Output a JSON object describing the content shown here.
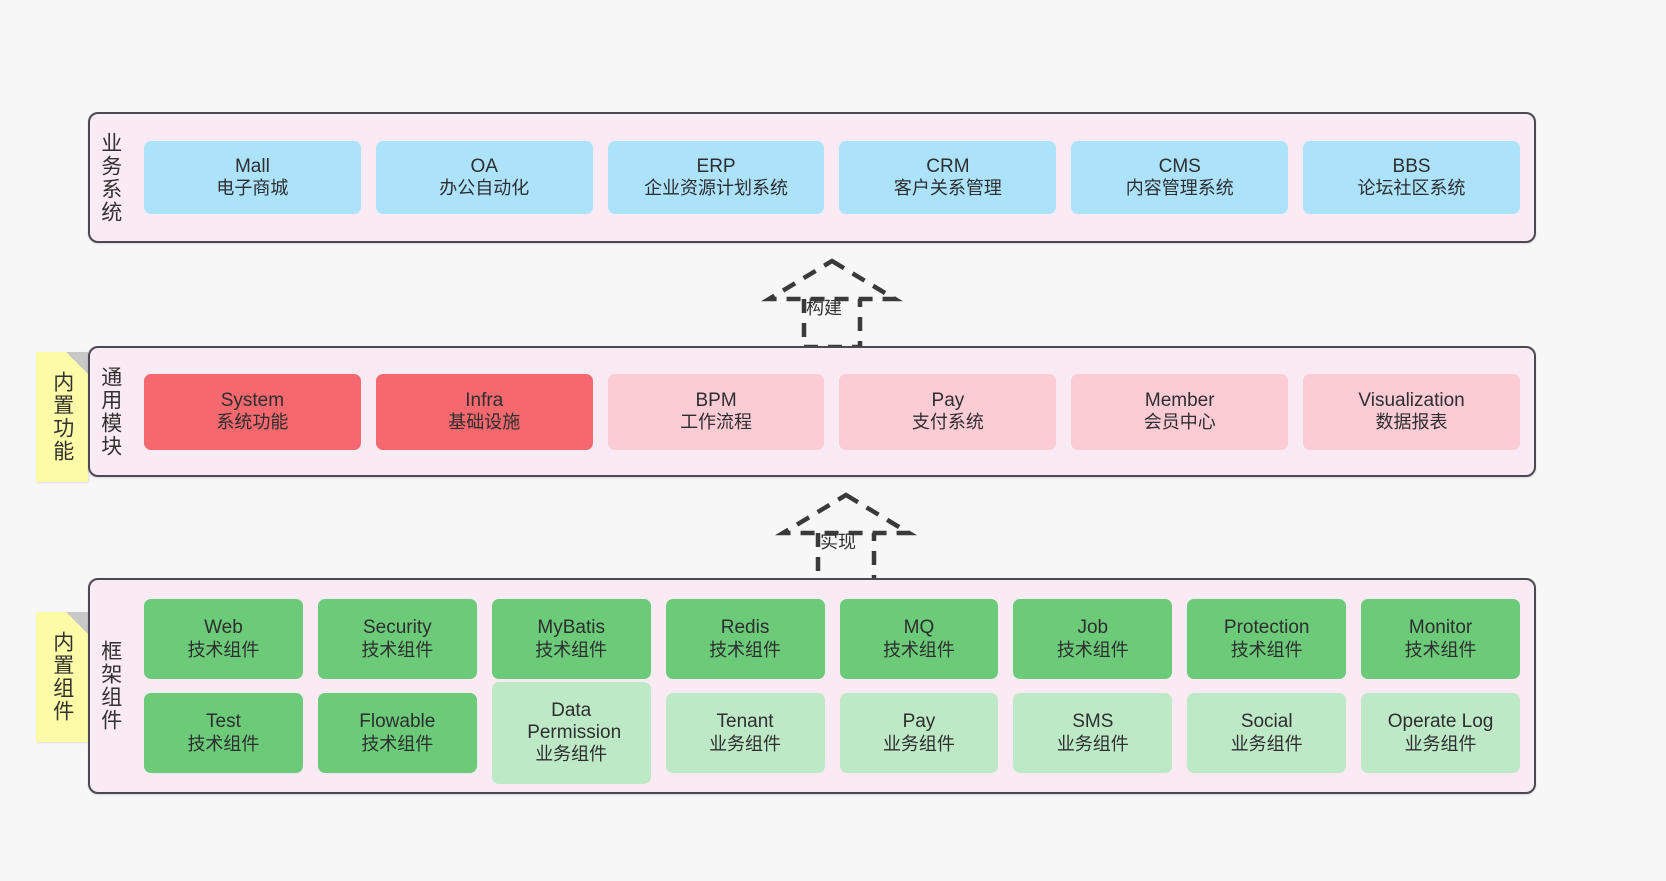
{
  "diagram": {
    "background_color": "#f7f7f7",
    "section_fill": "#faeaf4",
    "section_border": "#4a4a52",
    "note_color": "#fbfba8",
    "colors": {
      "business": "#ace3fb",
      "module_core": "#f5686d",
      "module_optional": "#fcccd5",
      "tech_component": "#6ccb79",
      "business_component": "#bee9c7"
    }
  },
  "sections": [
    {
      "id": "business-system",
      "title": "业务系统",
      "note": null,
      "rows": [
        {
          "cards": [
            {
              "title": "Mall",
              "sub": "电子商城",
              "color": "c-blue"
            },
            {
              "title": "OA",
              "sub": "办公自动化",
              "color": "c-blue"
            },
            {
              "title": "ERP",
              "sub": "企业资源计划系统",
              "color": "c-blue"
            },
            {
              "title": "CRM",
              "sub": "客户关系管理",
              "color": "c-blue"
            },
            {
              "title": "CMS",
              "sub": "内容管理系统",
              "color": "c-blue"
            },
            {
              "title": "BBS",
              "sub": "论坛社区系统",
              "color": "c-blue"
            }
          ]
        }
      ]
    },
    {
      "id": "common-module",
      "title": "通用模块",
      "note": "内置功能",
      "rows": [
        {
          "cards": [
            {
              "title": "System",
              "sub": "系统功能",
              "color": "c-red"
            },
            {
              "title": "Infra",
              "sub": "基础设施",
              "color": "c-red"
            },
            {
              "title": "BPM",
              "sub": "工作流程",
              "color": "c-pink"
            },
            {
              "title": "Pay",
              "sub": "支付系统",
              "color": "c-pink"
            },
            {
              "title": "Member",
              "sub": "会员中心",
              "color": "c-pink"
            },
            {
              "title": "Visualization",
              "sub": "数据报表",
              "color": "c-pink"
            }
          ]
        }
      ]
    },
    {
      "id": "framework-component",
      "title": "框架组件",
      "note": "内置组件",
      "rows": [
        {
          "cards": [
            {
              "title": "Web",
              "sub": "技术组件",
              "color": "c-green"
            },
            {
              "title": "Security",
              "sub": "技术组件",
              "color": "c-green"
            },
            {
              "title": "MyBatis",
              "sub": "技术组件",
              "color": "c-green"
            },
            {
              "title": "Redis",
              "sub": "技术组件",
              "color": "c-green"
            },
            {
              "title": "MQ",
              "sub": "技术组件",
              "color": "c-green"
            },
            {
              "title": "Job",
              "sub": "技术组件",
              "color": "c-green"
            },
            {
              "title": "Protection",
              "sub": "技术组件",
              "color": "c-green"
            },
            {
              "title": "Monitor",
              "sub": "技术组件",
              "color": "c-green"
            }
          ]
        },
        {
          "cards": [
            {
              "title": "Test",
              "sub": "技术组件",
              "color": "c-green"
            },
            {
              "title": "Flowable",
              "sub": "技术组件",
              "color": "c-green"
            },
            {
              "title": "Data Permission",
              "sub": "业务组件",
              "color": "c-lightgreen"
            },
            {
              "title": "Tenant",
              "sub": "业务组件",
              "color": "c-lightgreen"
            },
            {
              "title": "Pay",
              "sub": "业务组件",
              "color": "c-lightgreen"
            },
            {
              "title": "SMS",
              "sub": "业务组件",
              "color": "c-lightgreen"
            },
            {
              "title": "Social",
              "sub": "业务组件",
              "color": "c-lightgreen"
            },
            {
              "title": "Operate Log",
              "sub": "业务组件",
              "color": "c-lightgreen"
            }
          ]
        }
      ]
    }
  ],
  "connectors": [
    {
      "id": "build",
      "label": "构建",
      "style": "dashed-generalization-up"
    },
    {
      "id": "implement",
      "label": "实现",
      "style": "dashed-generalization-up"
    }
  ]
}
